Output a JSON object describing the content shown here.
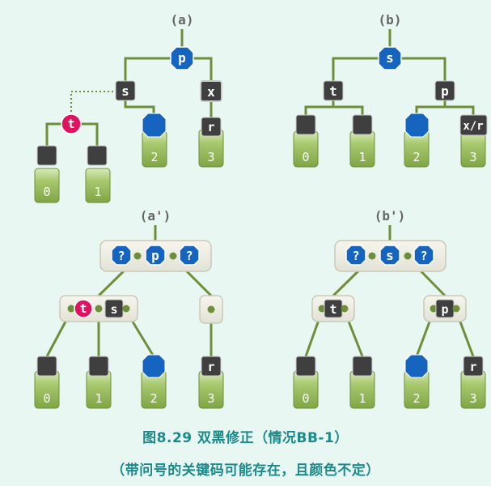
{
  "colors": {
    "background": "#e9f7f3",
    "edge": "#6e8f3a",
    "black_node": "#3f3f3f",
    "red_node": "#e0115f",
    "blue_node": "#1565c0",
    "leaf_fill": "#8cb04c",
    "caption": "#1a8a8a"
  },
  "panels": {
    "a": {
      "label": "(a)",
      "nodes": {
        "p": "p",
        "s": "s",
        "x": "x",
        "t": "t",
        "r": "r"
      },
      "subtrees": [
        "0",
        "1",
        "2",
        "3"
      ]
    },
    "b": {
      "label": "(b)",
      "nodes": {
        "s": "s",
        "t": "t",
        "p": "p",
        "xr": "x/r"
      },
      "subtrees": [
        "0",
        "1",
        "2",
        "3"
      ]
    },
    "a2": {
      "label": "(a')",
      "top_supernode": [
        "?",
        "p",
        "?"
      ],
      "left_supernode": [
        "t",
        "s"
      ],
      "right_supernode_child": "r",
      "subtrees": [
        "0",
        "1",
        "2",
        "3"
      ]
    },
    "b2": {
      "label": "(b')",
      "top_supernode": [
        "?",
        "s",
        "?"
      ],
      "left_child": "t",
      "right_child": "p",
      "right_leaf_node": "r",
      "subtrees": [
        "0",
        "1",
        "2",
        "3"
      ]
    }
  },
  "caption": {
    "title": "图8.29 双黑修正（情况BB-1）",
    "subtitle": "（带问号的关键码可能存在，且颜色不定）"
  }
}
